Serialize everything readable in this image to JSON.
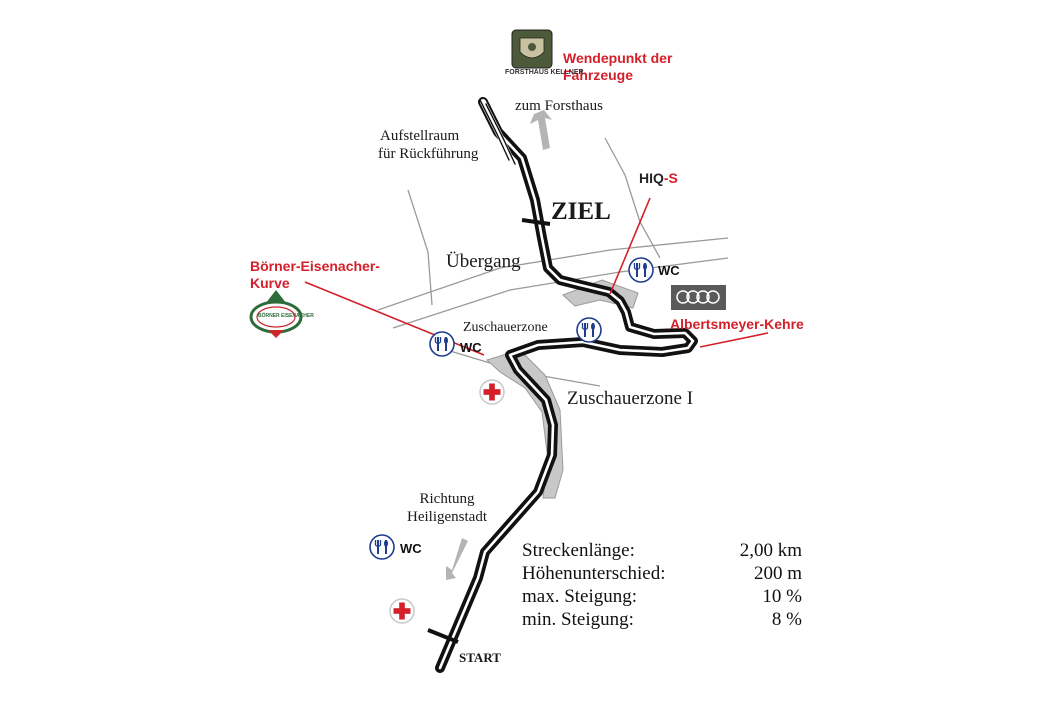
{
  "labels": {
    "wendepunkt_line1": "Wendepunkt der",
    "wendepunkt_line2": "Fahrzeuge",
    "zum_forsthaus": "zum Forsthaus",
    "aufstellraum_line1": "Aufstellraum",
    "aufstellraum_line2": "für Rückführung",
    "ziel": "ZIEL",
    "uebergang": "Übergang",
    "boerner_line1": "Börner-Eisenacher-",
    "boerner_line2": "Kurve",
    "zuschauerzone": "Zuschauerzone",
    "zuschauerzone_1": "Zuschauerzone I",
    "albertsmeyer": "Albertsmeyer-Kehre",
    "richtung_line1": "Richtung",
    "richtung_line2": "Heiligenstadt",
    "start": "START",
    "wc": "WC"
  },
  "logos": {
    "hiq_text": "HIQ",
    "hiq_suffix": "-S",
    "boerner_logo_text": "BÖRNER EISENACHER",
    "forsthaus_logo_text": "FORSTHAUS KELLNER"
  },
  "stats": [
    {
      "label": "Streckenlänge:",
      "value": "2,00 km"
    },
    {
      "label": "Höhenunterschied:",
      "value": "200 m"
    },
    {
      "label": "max. Steigung:",
      "value": "10 %"
    },
    {
      "label": "min.  Steigung:",
      "value": "8 %"
    }
  ],
  "colors": {
    "accent_red": "#d3202a",
    "track": "#111111",
    "zone_fill": "#c8c8c8",
    "road": "#9a9a9a",
    "facility_blue": "#1f3d8f"
  },
  "icons": [
    "restaurant-wc-icon",
    "first-aid-cross-icon",
    "direction-arrow-icon",
    "audi-rings-logo",
    "hiq-logo",
    "boerner-logo",
    "forsthaus-crest"
  ]
}
